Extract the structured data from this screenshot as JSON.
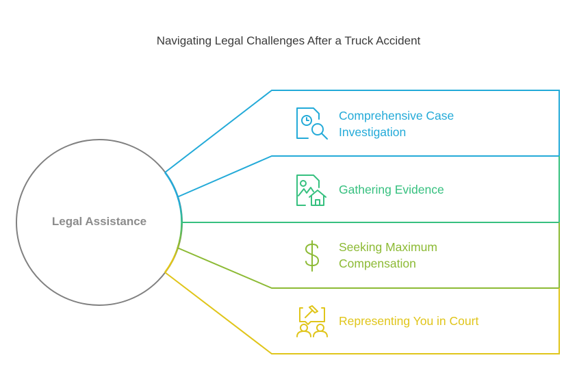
{
  "title": "Navigating Legal Challenges After a Truck Accident",
  "center": {
    "label": "Legal Assistance",
    "color": "#808080"
  },
  "items": [
    {
      "label_line1": "Comprehensive Case",
      "label_line2": "Investigation",
      "icon": "document-clock-search-icon",
      "color": "#23aad8"
    },
    {
      "label_line1": "Gathering Evidence",
      "label_line2": "",
      "icon": "image-home-document-icon",
      "color": "#36c07f"
    },
    {
      "label_line1": "Seeking Maximum",
      "label_line2": "Compensation",
      "icon": "dollar-sign-icon",
      "color": "#8cba34"
    },
    {
      "label_line1": "Representing You in Court",
      "label_line2": "",
      "icon": "gavel-people-icon",
      "color": "#e0c51a"
    }
  ]
}
